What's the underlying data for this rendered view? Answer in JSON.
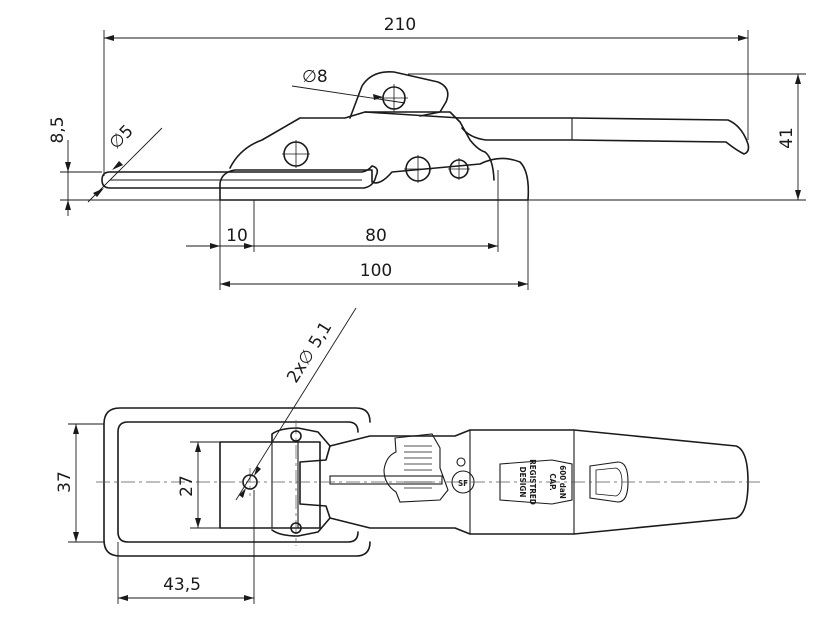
{
  "side_view": {
    "dims": {
      "overall_length": "210",
      "height": "41",
      "pivot_hole": "8",
      "rod_dia": "5",
      "rod_offset": "8,5",
      "base_offset": "10",
      "hole_spacing": "80",
      "base_length": "100"
    },
    "dia_symbol": "∅"
  },
  "top_view": {
    "dims": {
      "holes": "2x∅ 5,1",
      "inner_width": "27",
      "outer_width": "37",
      "loop_length": "43,5"
    },
    "markings": {
      "design_line1": "DESIGN",
      "design_line2": "REGISTRED",
      "cap_line1": "CAP.",
      "cap_line2": "600 daN",
      "logo": "SF"
    }
  }
}
